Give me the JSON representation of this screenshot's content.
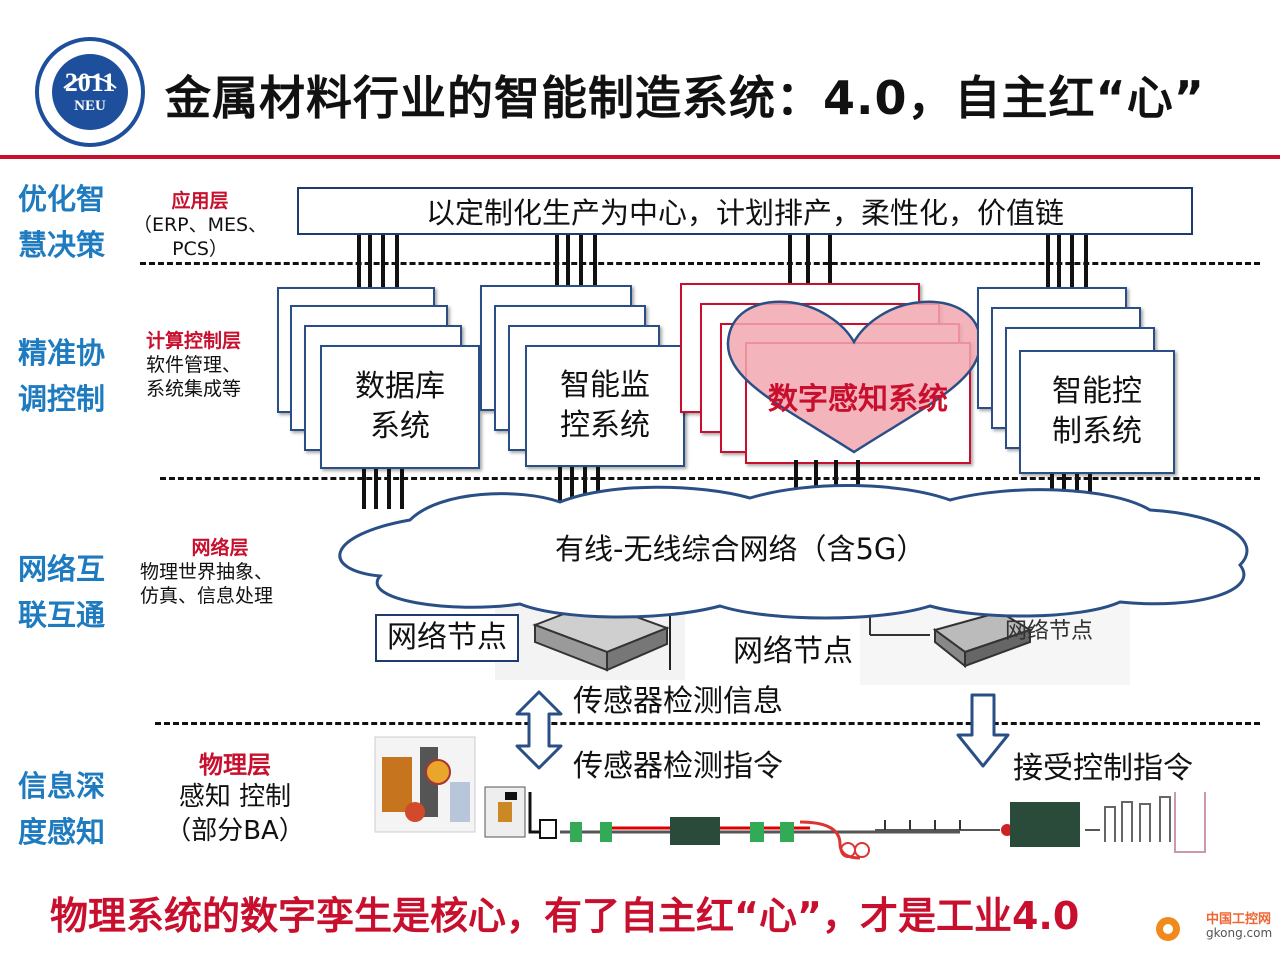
{
  "header": {
    "title": "金属材料行业的智能制造系统：4.0，自主红“心”",
    "logo_text": "2011",
    "logo_sub": "NEU"
  },
  "layers": [
    {
      "label_line1": "优化智",
      "label_line2": "慧决策",
      "sub_title": "应用层",
      "desc": [
        "（ERP、MES、",
        "PCS）"
      ]
    },
    {
      "label_line1": "精准协",
      "label_line2": "调控制",
      "sub_title": "计算控制层",
      "desc": [
        "软件管理、",
        "系统集成等"
      ]
    },
    {
      "label_line1": "网络互",
      "label_line2": "联互通",
      "sub_title": "网络层",
      "desc": [
        "物理世界抽象、",
        "仿真、信息处理"
      ]
    },
    {
      "label_line1": "信息深",
      "label_line2": "度感知",
      "sub_title": "物理层",
      "desc": [
        "感知  控制",
        "（部分BA）"
      ]
    }
  ],
  "app_box": "以定制化生产为中心，计划排产，柔性化，价值链",
  "systems": [
    {
      "line1": "数据库",
      "line2": "系统"
    },
    {
      "line1": "智能监",
      "line2": "控系统"
    },
    {
      "line1": "数字感知系统",
      "line2": ""
    },
    {
      "line1": "智能控",
      "line2": "制系统"
    }
  ],
  "network": {
    "cloud_label": "有线-无线综合网络（含5G）",
    "node_label_boxed": "网络节点",
    "node_label_center": "网络节点",
    "node_label_small": "网络节点"
  },
  "signals": {
    "sensor_info": "传感器检测信息",
    "sensor_cmd": "传感器检测指令",
    "control_cmd": "接受控制指令"
  },
  "footer": {
    "text": "物理系统的数字孪生是核心，有了自主红“心”，才是工业4.0",
    "watermark_line1": "中国工控网",
    "watermark_line2": "gkong.com"
  },
  "colors": {
    "accent_red": "#c8102e",
    "layer_blue": "#1f7bc0",
    "border_navy": "#2a4f86",
    "heart_fill": "#f2a7b0",
    "cloud_border": "#2a4f86"
  }
}
